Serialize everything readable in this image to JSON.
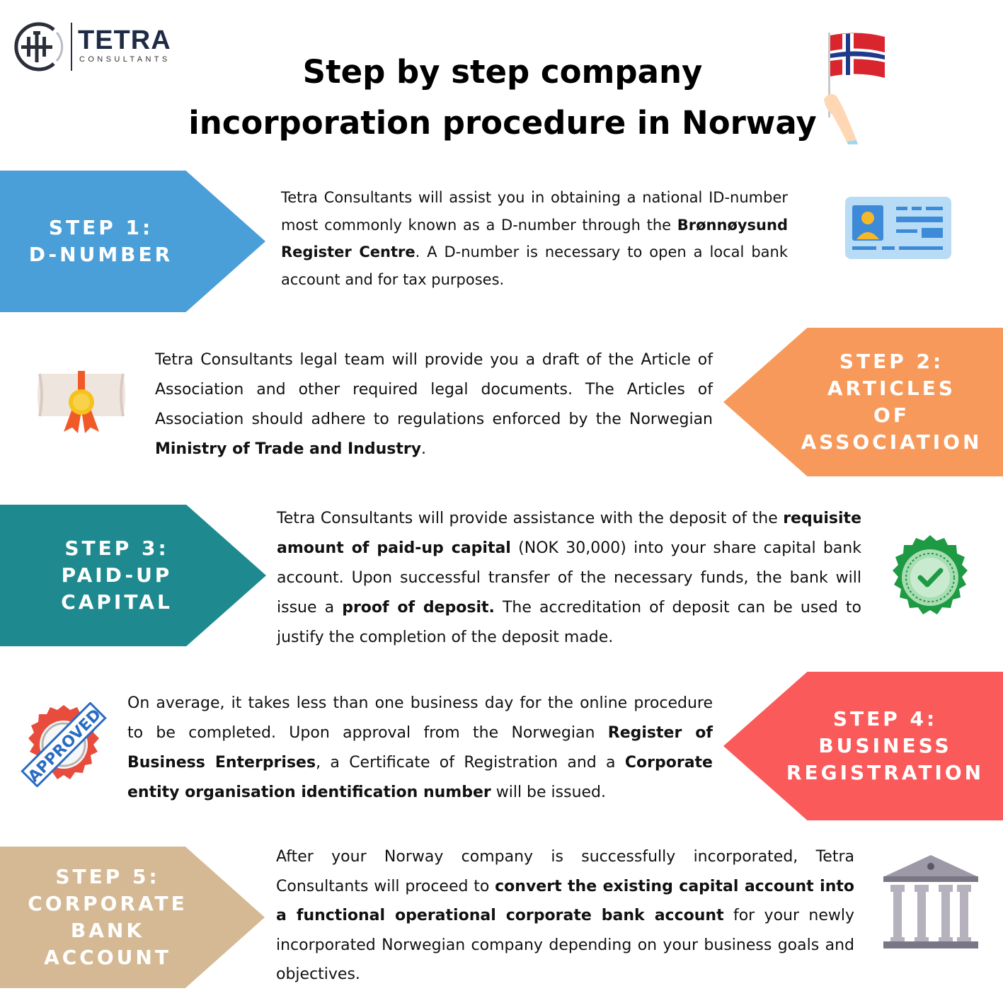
{
  "logo": {
    "name": "TETRA",
    "tagline": "CONSULTANTS"
  },
  "title": {
    "line1": "Step by step company",
    "line2": "incorporation procedure in Norway"
  },
  "colors": {
    "step1": "#4a9fd8",
    "step2": "#f7995a",
    "step3": "#1e8a8f",
    "step4": "#fb5a5a",
    "step5": "#d5b994"
  },
  "steps": [
    {
      "label_lines": [
        "STEP 1:",
        "D-NUMBER"
      ],
      "icon": "id-card-icon",
      "text": [
        {
          "t": "Tetra Consultants will assist you in obtaining a national ID-number most commonly known as a D-number through the "
        },
        {
          "t": "Brønnøysund Register Centre",
          "b": true
        },
        {
          "t": ". A D-number is necessary to open a local bank account and for tax purposes."
        }
      ]
    },
    {
      "label_lines": [
        "STEP 2:",
        "ARTICLES",
        "OF",
        "ASSOCIATION"
      ],
      "icon": "diploma-icon",
      "text": [
        {
          "t": "Tetra Consultants legal team will provide you a draft of the Article of Association and other required legal documents. The Articles of Association should adhere to regulations enforced by the Norwegian "
        },
        {
          "t": "Ministry of Trade and Industry",
          "b": true
        },
        {
          "t": "."
        }
      ]
    },
    {
      "label_lines": [
        "STEP 3:",
        "PAID-UP",
        "CAPITAL"
      ],
      "icon": "verified-badge-icon",
      "text": [
        {
          "t": "Tetra Consultants will provide assistance with the deposit of the "
        },
        {
          "t": "requisite amount of paid-up capital",
          "b": true
        },
        {
          "t": " (NOK 30,000) into your share capital bank account. Upon successful transfer of the necessary funds, the bank will issue a "
        },
        {
          "t": "proof of deposit.",
          "b": true
        },
        {
          "t": " The accreditation of deposit can be used to justify the completion of the deposit made."
        }
      ]
    },
    {
      "label_lines": [
        "STEP 4:",
        "BUSINESS",
        "REGISTRATION"
      ],
      "icon": "approved-stamp-icon",
      "stamp_text": "APPROVED",
      "text": [
        {
          "t": "On average, it takes less than one business day for the online procedure to be completed. Upon approval from the Norwegian "
        },
        {
          "t": "Register of Business Enterprises",
          "b": true
        },
        {
          "t": ", a Certificate of Registration and a "
        },
        {
          "t": "Corporate entity organisation identification number",
          "b": true
        },
        {
          "t": " will be issued."
        }
      ]
    },
    {
      "label_lines": [
        "STEP 5:",
        "CORPORATE",
        "BANK",
        "ACCOUNT"
      ],
      "icon": "bank-building-icon",
      "text": [
        {
          "t": "After your Norway company is successfully incorporated, Tetra Consultants will proceed to "
        },
        {
          "t": "convert the existing capital account into a functional operational corporate bank account",
          "b": true
        },
        {
          "t": " for your newly incorporated Norwegian company depending on your business goals and objectives."
        }
      ]
    }
  ]
}
